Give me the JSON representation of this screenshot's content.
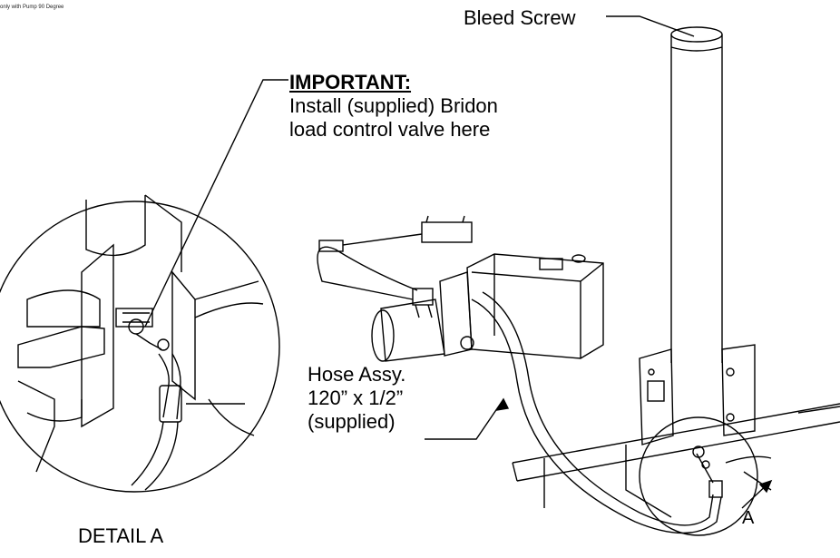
{
  "caption": "only with Pump 90 Degree",
  "callouts": {
    "bleed_screw": "Bleed Screw",
    "important_title": "IMPORTANT:",
    "important_line1": "Install (supplied) Bridon",
    "important_line2": "load control valve here",
    "hose_line1": "Hose Assy.",
    "hose_line2": "120” x 1/2”",
    "hose_line3": "(supplied)",
    "detail_label": "DETAIL A",
    "section_marker": "A"
  },
  "colors": {
    "line": "#000000",
    "background": "#ffffff"
  }
}
